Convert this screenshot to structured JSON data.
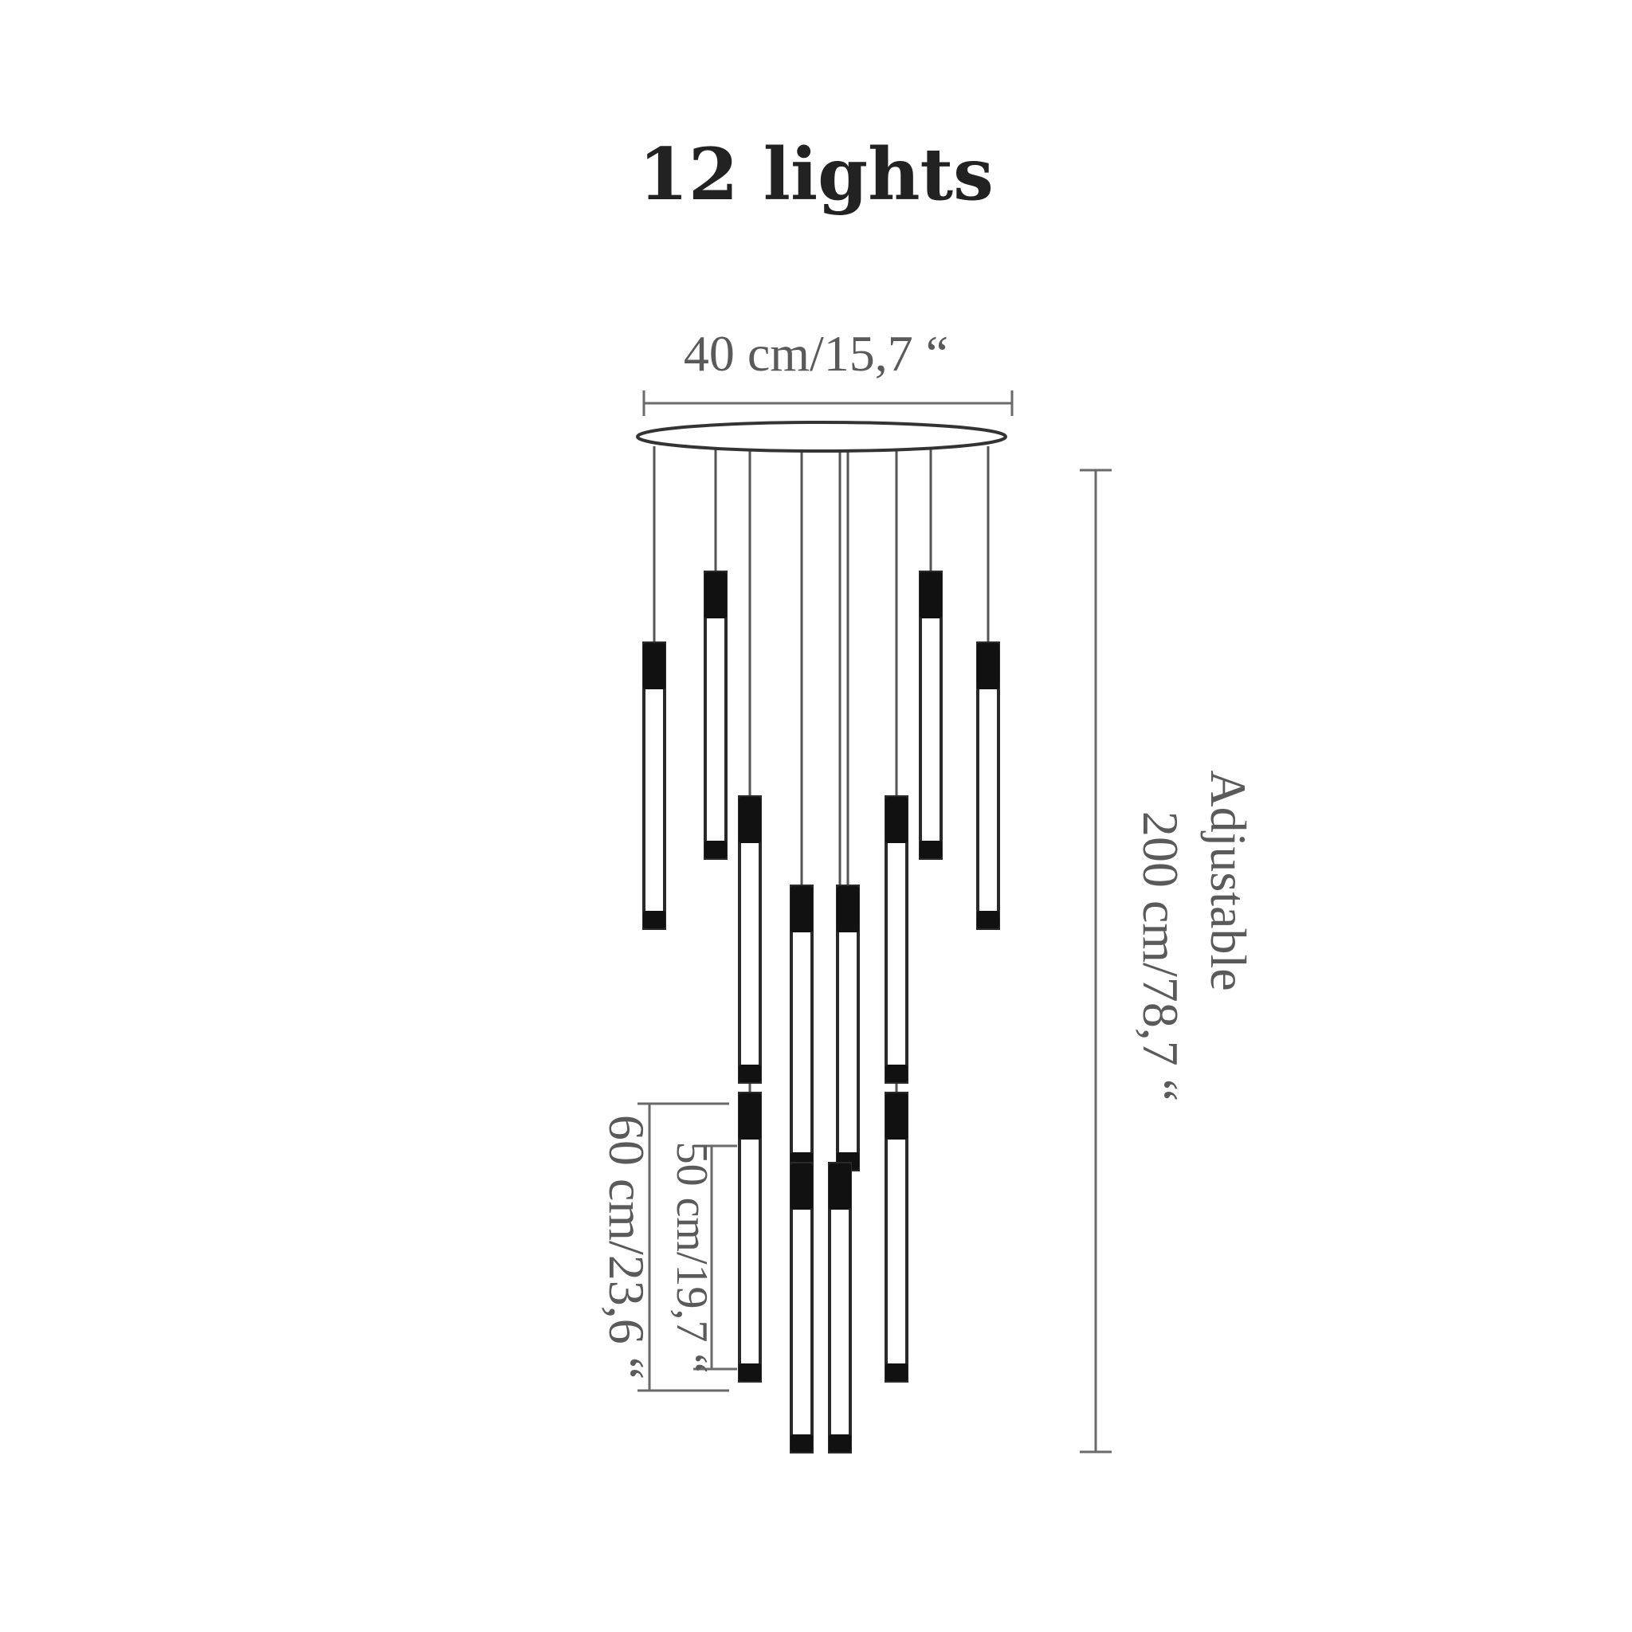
{
  "title": "12 lights",
  "dimensions": {
    "canopy_diameter": "40 cm/15,7 “",
    "overall_height": "200 cm/78,7 “",
    "adjustable": "Adjustable",
    "fixture_total_length": "60 cm/23,6 “",
    "tube_length": "50 cm/19,7 “"
  },
  "fixture": {
    "light_count": 12
  }
}
